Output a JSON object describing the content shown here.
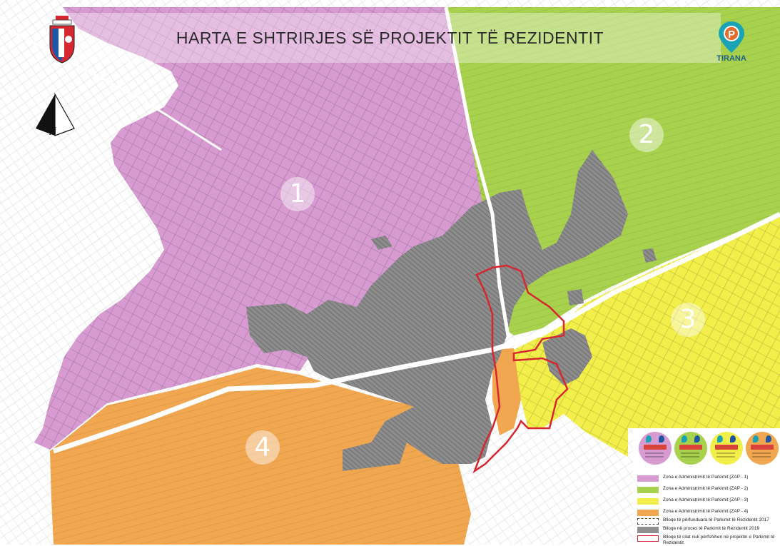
{
  "title": "HARTA E SHTRIRJES SË PROJEKTIT TË REZIDENTIT",
  "north_label": "N",
  "brand_text": "TIRANA",
  "zones": [
    {
      "number": "1",
      "color": "#d79bd2"
    },
    {
      "number": "2",
      "color": "#a8d24d"
    },
    {
      "number": "3",
      "color": "#f3ef4a"
    },
    {
      "number": "4",
      "color": "#f1a750"
    }
  ],
  "colors": {
    "residential_blocks": "#8f8f8f",
    "boundary": "#d6262f",
    "roads": "#ffffff",
    "background": "#ffffff"
  },
  "legend": {
    "items": [
      {
        "label": "Zona e Administrimit të Parkimit (ZAP - 1)",
        "swatch": "#d79bd2",
        "style": "fill"
      },
      {
        "label": "Zona e Administrimit të Parkimit (ZAP - 2)",
        "swatch": "#a8d24d",
        "style": "fill"
      },
      {
        "label": "Zona e Administrimit të Parkimit (ZAP - 3)",
        "swatch": "#f3ef4a",
        "style": "fill"
      },
      {
        "label": "Zona e Administrimit të Parkimit (ZAP - 4)",
        "swatch": "#f1a750",
        "style": "fill"
      },
      {
        "label": "Blloqe të përfunduara të Parkimit të Rezidentit 2017",
        "swatch": "#ffffff",
        "style": "dashed"
      },
      {
        "label": "Blloqe në proces të Parkimit të Rezidentit 2019",
        "swatch": "#8f8f8f",
        "style": "fill"
      },
      {
        "label": "Blloqe të cilat nuk përfshihen në projektin e Parkimit të Rezidentit",
        "swatch": "#d6262f",
        "style": "outline"
      }
    ]
  }
}
